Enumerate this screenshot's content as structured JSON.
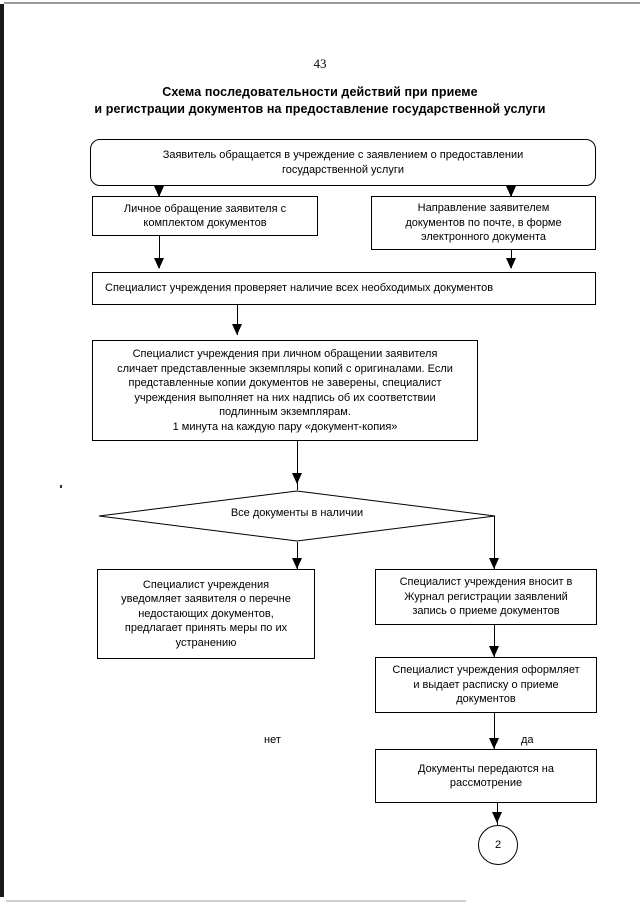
{
  "document": {
    "page_number": "43",
    "title_line_1": "Схема последовательности действий при приеме",
    "title_line_2": "и регистрации документов на предоставление государственной услуги"
  },
  "chart_data": {
    "type": "diagram",
    "diagram_type": "flowchart",
    "title": "Схема последовательности действий при приеме и регистрации документов на предоставление государственной услуги",
    "nodes": [
      {
        "id": "start",
        "shape": "rounded-rectangle",
        "lines": [
          "Заявитель обращается в учреждение с заявлением о предоставлении",
          "государственной услуги"
        ]
      },
      {
        "id": "personal-visit",
        "shape": "rectangle",
        "lines": [
          "Личное обращение заявителя с",
          "комплектом документов"
        ]
      },
      {
        "id": "mail-electronic",
        "shape": "rectangle",
        "lines": [
          "Направление заявителем",
          "документов по почте, в форме",
          "электронного документа"
        ]
      },
      {
        "id": "check-documents",
        "shape": "rectangle",
        "lines": [
          "Специалист учреждения проверяет наличие всех необходимых документов"
        ]
      },
      {
        "id": "compare-copies",
        "shape": "rectangle",
        "lines": [
          "Специалист учреждения при личном обращении заявителя",
          "сличает представленные экземпляры копий с оригиналами. Если",
          "представленные копии документов не заверены, специалист",
          "учреждения выполняет на них надпись об их соответствии",
          "подлинным экземплярам.",
          "1 минута на каждую пару «документ-копия»"
        ]
      },
      {
        "id": "decision-all-documents",
        "shape": "diamond",
        "lines": [
          "Все документы в наличии"
        ]
      },
      {
        "id": "notify-missing",
        "shape": "rectangle",
        "lines": [
          "Специалист учреждения",
          "уведомляет заявителя о перечне",
          "недостающих документов,",
          "предлагает принять меры по их",
          "устранению"
        ]
      },
      {
        "id": "register-journal",
        "shape": "rectangle",
        "lines": [
          "Специалист учреждения вносит в",
          "Журнал регистрации заявлений",
          "запись о приеме документов"
        ]
      },
      {
        "id": "issue-receipt",
        "shape": "rectangle",
        "lines": [
          "Специалист учреждения оформляет",
          "и выдает расписку о приеме",
          "документов"
        ]
      },
      {
        "id": "transfer-review",
        "shape": "rectangle",
        "lines": [
          "Документы передаются на",
          "рассмотрение"
        ]
      },
      {
        "id": "connector-2",
        "shape": "circle",
        "lines": [
          "2"
        ]
      }
    ],
    "edge_labels": {
      "no": "нет",
      "yes": "да"
    },
    "edges": [
      {
        "from": "start",
        "to": "personal-visit"
      },
      {
        "from": "start",
        "to": "mail-electronic"
      },
      {
        "from": "personal-visit",
        "to": "check-documents"
      },
      {
        "from": "mail-electronic",
        "to": "check-documents"
      },
      {
        "from": "check-documents",
        "to": "compare-copies"
      },
      {
        "from": "compare-copies",
        "to": "decision-all-documents"
      },
      {
        "from": "decision-all-documents",
        "to": "notify-missing",
        "label": "нет"
      },
      {
        "from": "decision-all-documents",
        "to": "register-journal",
        "label": "да"
      },
      {
        "from": "register-journal",
        "to": "issue-receipt"
      },
      {
        "from": "issue-receipt",
        "to": "transfer-review"
      },
      {
        "from": "transfer-review",
        "to": "connector-2"
      }
    ],
    "colors": {
      "stroke": "#000000",
      "fill": "#ffffff",
      "text": "#000000"
    }
  }
}
